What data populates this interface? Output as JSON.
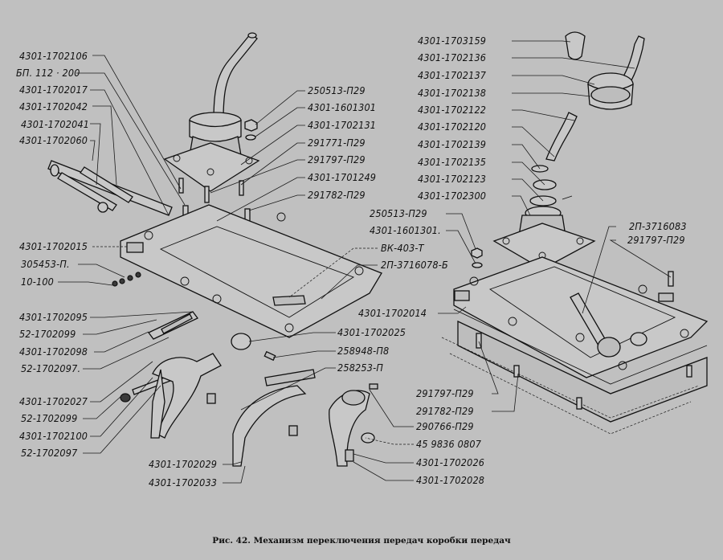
{
  "figure": {
    "caption": "Рис. 42.  Механизм переключения передач коробки передач",
    "background_color": "#c0c0c0",
    "ink_color": "#111111"
  },
  "left_assembly": {
    "labels_left": [
      "4301-1702106",
      "БП. 112 · 200",
      "4301-1702017",
      "4301-1702042",
      "4301-1702041",
      "4301-1702060",
      "4301-1702015",
      "305453-П.",
      "10-100",
      "4301-1702095",
      "52-1702099",
      "4301-1702098",
      "52-1702097.",
      "4301-1702027",
      "52-1702099",
      "4301-1702100",
      "52-1702097"
    ],
    "labels_center": [
      "250513-П29",
      "4301-1601301",
      "4301-1702131",
      "291771-П29",
      "291797-П29",
      "4301-1701249",
      "291782-П29"
    ],
    "labels_bottom": [
      "4301-1702025",
      "258948-П8",
      "258253-П",
      "4301-1702029",
      "4301-1702033",
      "290766-П29",
      "45 9836 0807",
      "4301-1702026",
      "4301-1702028"
    ]
  },
  "right_assembly": {
    "labels_top": [
      "4301-1703159",
      "4301-1702136",
      "4301-1702137",
      "4301-1702138",
      "4301-1702122",
      "4301-1702120",
      "4301-1702139",
      "4301-1702135",
      "4301-1702123",
      "4301-1702300"
    ],
    "labels_mid": [
      "250513-П29",
      "4301-1601301.",
      "ВК-403-Т",
      "2П-3716078-Б",
      "4301-1702014"
    ],
    "labels_right": [
      "2П-3716083",
      "291797-П29"
    ],
    "labels_lower": [
      "291797-П29",
      "291782-П29"
    ]
  }
}
